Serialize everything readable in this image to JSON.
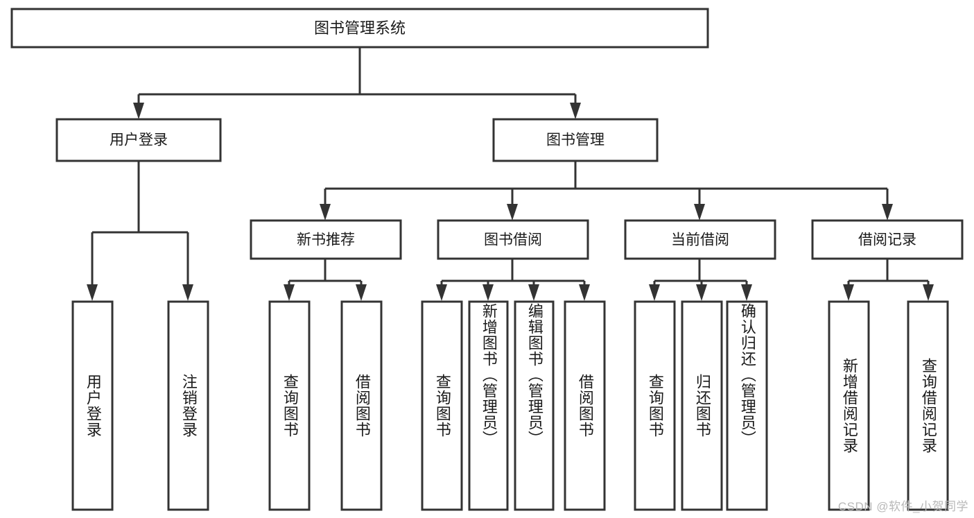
{
  "diagram": {
    "type": "hierarchy-tree",
    "title": "图书管理系统",
    "orientation": "top-down",
    "levels": 4,
    "root": {
      "id": "root",
      "label": "图书管理系统"
    },
    "level2": [
      {
        "id": "user-login",
        "label": "用户登录"
      },
      {
        "id": "book-manage",
        "label": "图书管理"
      }
    ],
    "level3": [
      {
        "id": "new-book-recommend",
        "label": "新书推荐",
        "parent": "book-manage"
      },
      {
        "id": "book-borrow",
        "label": "图书借阅",
        "parent": "book-manage"
      },
      {
        "id": "current-borrow",
        "label": "当前借阅",
        "parent": "book-manage"
      },
      {
        "id": "borrow-record",
        "label": "借阅记录",
        "parent": "book-manage"
      }
    ],
    "leaves": [
      {
        "id": "leaf-user-login",
        "label": "用户登录",
        "parent": "user-login"
      },
      {
        "id": "leaf-logout",
        "label": "注销登录",
        "parent": "user-login"
      },
      {
        "id": "leaf-query-book-1",
        "label": "查询图书",
        "parent": "new-book-recommend"
      },
      {
        "id": "leaf-borrow-book-1",
        "label": "借阅图书",
        "parent": "new-book-recommend"
      },
      {
        "id": "leaf-query-book-2",
        "label": "查询图书",
        "parent": "book-borrow"
      },
      {
        "id": "leaf-add-book",
        "label": "新增图书（管理员）",
        "parent": "book-borrow"
      },
      {
        "id": "leaf-edit-book",
        "label": "编辑图书（管理员）",
        "parent": "book-borrow"
      },
      {
        "id": "leaf-borrow-book-2",
        "label": "借阅图书",
        "parent": "book-borrow"
      },
      {
        "id": "leaf-query-book-3",
        "label": "查询图书",
        "parent": "current-borrow"
      },
      {
        "id": "leaf-return-book",
        "label": "归还图书",
        "parent": "current-borrow"
      },
      {
        "id": "leaf-confirm-return",
        "label": "确认归还（管理员）",
        "parent": "current-borrow"
      },
      {
        "id": "leaf-add-record",
        "label": "新增借阅记录",
        "parent": "borrow-record"
      },
      {
        "id": "leaf-query-record",
        "label": "查询借阅记录",
        "parent": "borrow-record"
      }
    ]
  },
  "watermark": {
    "text": "CSDN @软件_小贺同学"
  },
  "colors": {
    "stroke": "#333333",
    "fill": "#ffffff",
    "text": "#1a1a1a",
    "watermark": "#b8b8b8"
  }
}
